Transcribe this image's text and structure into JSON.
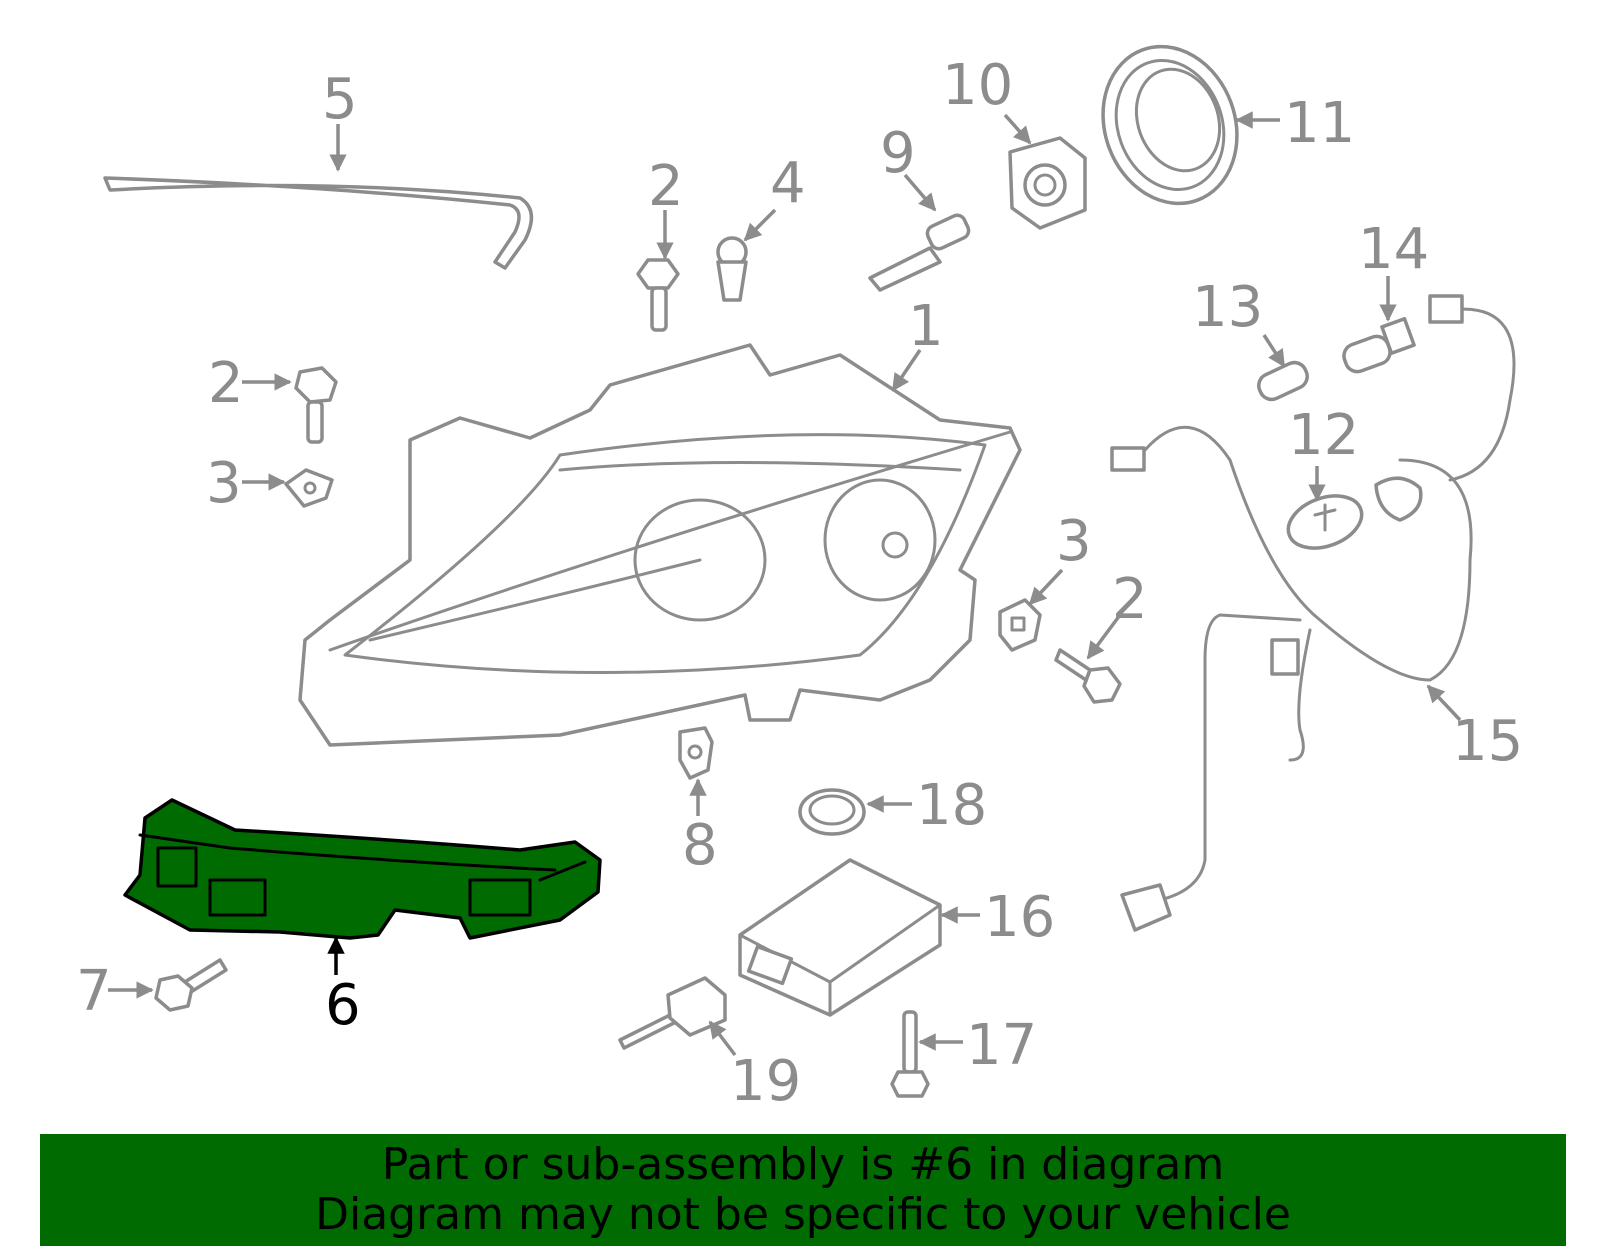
{
  "colors": {
    "highlight": "#006b00",
    "banner": "#006b00",
    "outline": "#8c8c8c"
  },
  "callouts": [
    "1",
    "2",
    "2",
    "2",
    "3",
    "3",
    "4",
    "5",
    "6",
    "7",
    "8",
    "9",
    "10",
    "11",
    "12",
    "13",
    "14",
    "15",
    "16",
    "17",
    "18",
    "19"
  ],
  "labels": {
    "p1": "1",
    "p2a": "2",
    "p2b": "2",
    "p2c": "2",
    "p3a": "3",
    "p3b": "3",
    "p4": "4",
    "p5": "5",
    "p6": "6",
    "p7": "7",
    "p8": "8",
    "p9": "9",
    "p10": "10",
    "p11": "11",
    "p12": "12",
    "p13": "13",
    "p14": "14",
    "p15": "15",
    "p16": "16",
    "p17": "17",
    "p18": "18",
    "p19": "19"
  },
  "highlighted_part": "6",
  "banner": {
    "line1": "Part or sub-assembly is #6 in diagram",
    "line2": "Diagram may not be specific to your vehicle"
  }
}
